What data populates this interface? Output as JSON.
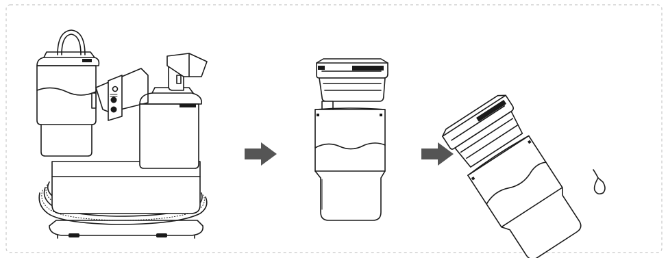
{
  "frame": {
    "border_style": "dashed",
    "border_color": "#c8c8c8"
  },
  "arrows": {
    "color": "#555555",
    "icon": "right-arrow-icon"
  },
  "steps": [
    {
      "name": "carpet-cleaner-device"
    },
    {
      "name": "dirty-water-tank-detached"
    },
    {
      "name": "dirty-water-tank-emptying"
    }
  ]
}
